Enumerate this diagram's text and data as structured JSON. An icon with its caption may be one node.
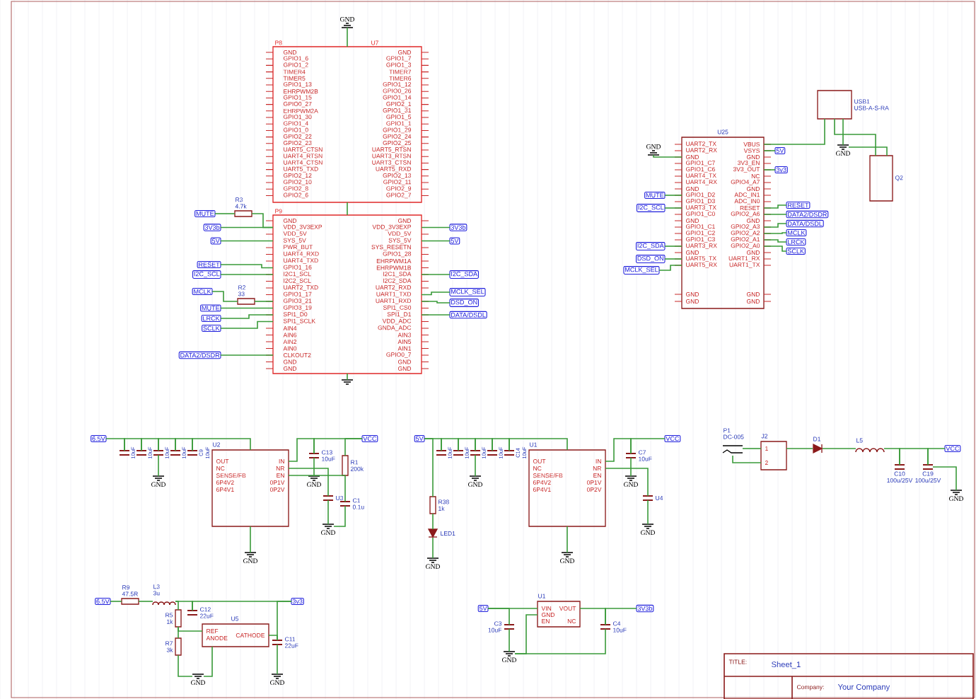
{
  "diagram": {
    "nodes": [
      {
        "text": [
          "GND"
        ]
      },
      {
        "text": [
          "P8",
          "GND",
          "GPIO1_6",
          "GPIO1_2",
          "TIMER4",
          "TIMER5",
          "GPIO1_13",
          "EHRPWM2B",
          "GPIO1_15",
          "GPIO0_27",
          "EHRPWM2A",
          "GPIO1_30",
          "GPIO1_4",
          "GPIO1_0",
          "GPIO2_22",
          "GPIO2_23",
          "UART5_CTSN",
          "UART4_RTSN",
          "UART4_CTSN",
          "UART5_TXD",
          "GPIO2_12",
          "GPIO2_10",
          "GPIO2_8",
          "GPIO2_6",
          "GND",
          "GPIO1_7",
          "GPIO1_3",
          "TIMER7",
          "TIMER6",
          "GPIO1_12",
          "GPIO0_26",
          "GPIO1_14",
          "GPIO2_1",
          "GPIO1_31",
          "GPIO1_5",
          "GPIO1_1",
          "GPIO1_29",
          "GPIO2_24",
          "GPIO2_25",
          "UART5_RTSN",
          "UART3_RTSN",
          "UART3_CTSN",
          "UART5_RXD",
          "GPIO2_13",
          "GPIO2_11",
          "GPIO2_9",
          "GPIO2_7"
        ],
        "beside": [
          "U7"
        ]
      },
      {
        "text": [
          "P9",
          "GND",
          "VDD_3V3EXP",
          "VDD_5V",
          "SYS_5V",
          "PWR_BUT",
          "UART4_RXD",
          "UART4_TXD",
          "GPIO1_16",
          "I2C1_SCL",
          "I2C2_SCL",
          "UART2_TXD",
          "GPIO1_17",
          "GPIO3_21",
          "GPIO3_19",
          "SPI1_D0",
          "SPI1_SCLK",
          "AIN4",
          "AIN6",
          "AIN2",
          "AIN0",
          "CLKOUT2",
          "GND",
          "GND",
          "GND",
          "VDD_3V3EXP",
          "VDD_5V",
          "SYS_5V",
          "SYS_RESETN",
          "GPIO1_28",
          "EHRPWM1A",
          "EHRPWM1B",
          "I2C1_SDA",
          "I2C2_SDA",
          "UART2_RXD",
          "UART1_TXD",
          "UART1_RXD",
          "SPI1_CS0",
          "SPI1_D1",
          "VDD_ADC",
          "GNDA_ADC",
          "AIN3",
          "AIN5",
          "AIN1",
          "GPIO0_7",
          "GND",
          "GND"
        ]
      },
      {
        "text": [],
        "shape": "ground"
      },
      {
        "text": [
          "MUTE"
        ]
      },
      {
        "text": [
          "R3",
          "4.7k"
        ]
      },
      {
        "text": [
          "3V3b"
        ]
      },
      {
        "text": [
          "5V"
        ]
      },
      {
        "text": [
          "RESET"
        ]
      },
      {
        "text": [
          "I2C_SCL"
        ]
      },
      {
        "text": [
          "MCLK"
        ]
      },
      {
        "text": [
          "R2",
          "33"
        ]
      },
      {
        "text": [
          "MUTE"
        ]
      },
      {
        "text": [
          "LRCK"
        ]
      },
      {
        "text": [
          "SCLK"
        ]
      },
      {
        "text": [
          "DATA2/DSDR"
        ]
      },
      {
        "text": [
          "3V3b"
        ]
      },
      {
        "text": [
          "5V"
        ]
      },
      {
        "text": [
          "I2C_SDA"
        ]
      },
      {
        "text": [
          "MCLK_SEL"
        ]
      },
      {
        "text": [
          "DSD_ON"
        ]
      },
      {
        "text": [
          "DATA/DSDL"
        ]
      },
      {
        "text": [
          "GND"
        ]
      },
      {
        "text": [
          "U25",
          "UART2_TX",
          "UART2_RX",
          "GND",
          "GPIO1_C7",
          "GPIO1_C6",
          "UART4_TX",
          "UART4_RX",
          "GND",
          "GPIO1_D2",
          "GPIO1_D3",
          "UART3_TX",
          "GPIO1_C0",
          "GND",
          "GPIO1_C1",
          "GPIO1_C2",
          "GPIO1_C3",
          "UART3_RX",
          "GND",
          "UART5_TX",
          "UART5_RX",
          "GND",
          "GND",
          "VBUS",
          "VSYS",
          "GND",
          "3V3_EN",
          "3V3_OUT",
          "NC",
          "GPIO4_A7",
          "GND",
          "ADC_IN1",
          "ADC_IN0",
          "RESET",
          "GPIO2_A6",
          "GND",
          "GPIO2_A3",
          "GPIO2_A2",
          "GPIO2_A1",
          "GPIO2_A0",
          "GND",
          "UART1_RX",
          "UART1_TX",
          "GND",
          "GND"
        ]
      },
      {
        "text": [
          "MUTE"
        ]
      },
      {
        "text": [
          "I2C_SCL"
        ]
      },
      {
        "text": [
          "I2C_SDA"
        ]
      },
      {
        "text": [
          "DSD_ON"
        ]
      },
      {
        "text": [
          "MCLK_SEL"
        ]
      },
      {
        "text": [
          "5V"
        ]
      },
      {
        "text": [
          "3v3"
        ]
      },
      {
        "text": [
          "RESET"
        ]
      },
      {
        "text": [
          "DATA2/DSDR"
        ]
      },
      {
        "text": [
          "DATA/DSDL"
        ]
      },
      {
        "text": [
          "MCLK"
        ]
      },
      {
        "text": [
          "LRCK"
        ]
      },
      {
        "text": [
          "SCLK"
        ]
      },
      {
        "text": [
          "GND"
        ]
      },
      {
        "text": [
          "USB1",
          "USB-A-S-RA"
        ]
      },
      {
        "text": [
          "Q2"
        ]
      },
      {
        "text": [
          "6.5V"
        ]
      },
      {
        "text": [
          "10uF"
        ]
      },
      {
        "text": [
          "10uF"
        ]
      },
      {
        "text": [
          "10uF"
        ]
      },
      {
        "text": [
          "10uF"
        ]
      },
      {
        "text": [
          "C9",
          "10uF"
        ]
      },
      {
        "text": [
          "GND"
        ]
      },
      {
        "text": [
          "U2",
          "OUT",
          "NC",
          "SENSE/FB",
          "6P4V2",
          "6P4V1",
          "IN",
          "NR",
          "EN",
          "0P1V",
          "0P2V"
        ]
      },
      {
        "text": [
          "GND"
        ]
      },
      {
        "text": [
          "C13",
          "10uF"
        ]
      },
      {
        "text": [
          "GND"
        ]
      },
      {
        "text": [
          "VCC"
        ]
      },
      {
        "text": [
          "R1",
          "200k"
        ]
      },
      {
        "text": [
          "U3"
        ]
      },
      {
        "text": [
          "GND"
        ]
      },
      {
        "text": [
          "C1",
          "0.1u"
        ]
      },
      {
        "text": [
          "5V"
        ]
      },
      {
        "text": [
          "10uF"
        ]
      },
      {
        "text": [
          "10uF"
        ]
      },
      {
        "text": [
          "10uF"
        ]
      },
      {
        "text": [
          "10uF"
        ]
      },
      {
        "text": [
          "C14",
          "10uF"
        ]
      },
      {
        "text": [
          "GND"
        ]
      },
      {
        "text": [
          "U1",
          "OUT",
          "NC",
          "SENSE/FB",
          "6P4V2",
          "6P4V1",
          "IN",
          "NR",
          "EN",
          "0P1V",
          "0P2V"
        ]
      },
      {
        "text": [
          "R38",
          "1k"
        ]
      },
      {
        "text": [
          "LED1"
        ]
      },
      {
        "text": [
          "GND"
        ]
      },
      {
        "text": [
          "GND"
        ]
      },
      {
        "text": [
          "C7",
          "10uF"
        ]
      },
      {
        "text": [
          "GND"
        ]
      },
      {
        "text": [
          "U4"
        ]
      },
      {
        "text": [
          "GND"
        ]
      },
      {
        "text": [
          "VCC"
        ]
      },
      {
        "text": [
          "P1",
          "DC-005"
        ]
      },
      {
        "text": [
          "J2",
          "1",
          "2"
        ]
      },
      {
        "text": [
          "D1"
        ]
      },
      {
        "text": [
          "L5"
        ]
      },
      {
        "text": [
          "C10",
          "100u/25V"
        ]
      },
      {
        "text": [
          "C19",
          "100u/25V"
        ]
      },
      {
        "text": [
          "VCC"
        ]
      },
      {
        "text": [
          "GND"
        ]
      },
      {
        "text": [
          "6.5V"
        ]
      },
      {
        "text": [
          "R9",
          "47.5R"
        ]
      },
      {
        "text": [
          "L3",
          "3u"
        ]
      },
      {
        "text": [
          "R5",
          "1k"
        ]
      },
      {
        "text": [
          "C12",
          "22uF"
        ]
      },
      {
        "text": [
          "U5",
          "REF",
          "ANODE",
          "CATHODE"
        ]
      },
      {
        "text": [
          "R7",
          "3k"
        ]
      },
      {
        "text": [
          "GND"
        ]
      },
      {
        "text": [
          "C11",
          "22uF"
        ]
      },
      {
        "text": [
          "GND"
        ]
      },
      {
        "text": [
          "3v3"
        ]
      },
      {
        "text": [
          "5V"
        ]
      },
      {
        "text": [
          "C3",
          "10uF"
        ]
      },
      {
        "text": [
          "GND"
        ]
      },
      {
        "text": [
          "U1",
          "VIN",
          "GND",
          "EN",
          "VOUT",
          "NC"
        ]
      },
      {
        "text": [
          "C4",
          "10uF"
        ]
      },
      {
        "text": [
          "3V3b"
        ]
      }
    ],
    "edges": [
      {
        "from": 0,
        "to": 1,
        "arrow": "none"
      },
      {
        "from": 1,
        "to": 2,
        "arrow": "none"
      },
      {
        "from": 2,
        "to": 3,
        "arrow": "none"
      },
      {
        "from": 4,
        "to": 5,
        "arrow": "none"
      },
      {
        "from": 5,
        "to": 2,
        "arrow": "none"
      },
      {
        "from": 6,
        "to": 2,
        "arrow": "none"
      },
      {
        "from": 7,
        "to": 2,
        "arrow": "none"
      },
      {
        "from": 8,
        "to": 2,
        "arrow": "none"
      },
      {
        "from": 9,
        "to": 2,
        "arrow": "none"
      },
      {
        "from": 10,
        "to": 11,
        "arrow": "none"
      },
      {
        "from": 11,
        "to": 2,
        "arrow": "none"
      },
      {
        "from": 12,
        "to": 2,
        "arrow": "none"
      },
      {
        "from": 13,
        "to": 2,
        "arrow": "none"
      },
      {
        "from": 14,
        "to": 2,
        "arrow": "none"
      },
      {
        "from": 15,
        "to": 2,
        "arrow": "none"
      },
      {
        "from": 2,
        "to": 16,
        "arrow": "none"
      },
      {
        "from": 2,
        "to": 17,
        "arrow": "none"
      },
      {
        "from": 2,
        "to": 18,
        "arrow": "none"
      },
      {
        "from": 2,
        "to": 19,
        "arrow": "none"
      },
      {
        "from": 2,
        "to": 20,
        "arrow": "none"
      },
      {
        "from": 2,
        "to": 21,
        "arrow": "none"
      },
      {
        "from": 22,
        "to": 23,
        "arrow": "none"
      },
      {
        "from": 24,
        "to": 23,
        "arrow": "none"
      },
      {
        "from": 25,
        "to": 23,
        "arrow": "none"
      },
      {
        "from": 26,
        "to": 23,
        "arrow": "none"
      },
      {
        "from": 27,
        "to": 23,
        "arrow": "none"
      },
      {
        "from": 28,
        "to": 23,
        "arrow": "none"
      },
      {
        "from": 23,
        "to": 29,
        "arrow": "none"
      },
      {
        "from": 23,
        "to": 30,
        "arrow": "none"
      },
      {
        "from": 23,
        "to": 31,
        "arrow": "none"
      },
      {
        "from": 23,
        "to": 32,
        "arrow": "none"
      },
      {
        "from": 23,
        "to": 33,
        "arrow": "none"
      },
      {
        "from": 23,
        "to": 34,
        "arrow": "none"
      },
      {
        "from": 23,
        "to": 35,
        "arrow": "none"
      },
      {
        "from": 23,
        "to": 36,
        "arrow": "none"
      },
      {
        "from": 37,
        "to": 38,
        "arrow": "none"
      },
      {
        "from": 38,
        "to": 23,
        "arrow": "none"
      },
      {
        "from": 38,
        "to": 39,
        "arrow": "none"
      },
      {
        "from": 37,
        "to": 39,
        "arrow": "none"
      },
      {
        "from": 40,
        "to": 41,
        "arrow": "none"
      },
      {
        "from": 41,
        "to": 42,
        "arrow": "none"
      },
      {
        "from": 42,
        "to": 43,
        "arrow": "none"
      },
      {
        "from": 43,
        "to": 44,
        "arrow": "none"
      },
      {
        "from": 44,
        "to": 45,
        "arrow": "none"
      },
      {
        "from": 43,
        "to": 46,
        "arrow": "none"
      },
      {
        "from": 45,
        "to": 47,
        "arrow": "none"
      },
      {
        "from": 47,
        "to": 48,
        "arrow": "none"
      },
      {
        "from": 47,
        "to": 49,
        "arrow": "none"
      },
      {
        "from": 49,
        "to": 50,
        "arrow": "none"
      },
      {
        "from": 49,
        "to": 51,
        "arrow": "none"
      },
      {
        "from": 51,
        "to": 52,
        "arrow": "none"
      },
      {
        "from": 47,
        "to": 52,
        "arrow": "none"
      },
      {
        "from": 47,
        "to": 53,
        "arrow": "none"
      },
      {
        "from": 53,
        "to": 54,
        "arrow": "none"
      },
      {
        "from": 52,
        "to": 55,
        "arrow": "none"
      },
      {
        "from": 55,
        "to": 54,
        "arrow": "none"
      },
      {
        "from": 56,
        "to": 57,
        "arrow": "none"
      },
      {
        "from": 57,
        "to": 58,
        "arrow": "none"
      },
      {
        "from": 58,
        "to": 59,
        "arrow": "none"
      },
      {
        "from": 59,
        "to": 60,
        "arrow": "none"
      },
      {
        "from": 60,
        "to": 61,
        "arrow": "none"
      },
      {
        "from": 59,
        "to": 62,
        "arrow": "none"
      },
      {
        "from": 61,
        "to": 63,
        "arrow": "none"
      },
      {
        "from": 56,
        "to": 64,
        "arrow": "none"
      },
      {
        "from": 64,
        "to": 65,
        "arrow": "none"
      },
      {
        "from": 65,
        "to": 66,
        "arrow": "none"
      },
      {
        "from": 63,
        "to": 67,
        "arrow": "none"
      },
      {
        "from": 63,
        "to": 68,
        "arrow": "none"
      },
      {
        "from": 68,
        "to": 69,
        "arrow": "none"
      },
      {
        "from": 63,
        "to": 70,
        "arrow": "none"
      },
      {
        "from": 70,
        "to": 71,
        "arrow": "none"
      },
      {
        "from": 68,
        "to": 72,
        "arrow": "none"
      },
      {
        "from": 73,
        "to": 74,
        "arrow": "none"
      },
      {
        "from": 73,
        "to": 74,
        "arrow": "none"
      },
      {
        "from": 74,
        "to": 75,
        "arrow": "none"
      },
      {
        "from": 75,
        "to": 76,
        "arrow": "none"
      },
      {
        "from": 76,
        "to": 77,
        "arrow": "none"
      },
      {
        "from": 77,
        "to": 78,
        "arrow": "none"
      },
      {
        "from": 78,
        "to": 79,
        "arrow": "none"
      },
      {
        "from": 78,
        "to": 80,
        "arrow": "none"
      },
      {
        "from": 81,
        "to": 82,
        "arrow": "none"
      },
      {
        "from": 82,
        "to": 83,
        "arrow": "none"
      },
      {
        "from": 83,
        "to": 84,
        "arrow": "none"
      },
      {
        "from": 83,
        "to": 85,
        "arrow": "none"
      },
      {
        "from": 84,
        "to": 86,
        "arrow": "none"
      },
      {
        "from": 84,
        "to": 87,
        "arrow": "none"
      },
      {
        "from": 87,
        "to": 88,
        "arrow": "none"
      },
      {
        "from": 86,
        "to": 88,
        "arrow": "none"
      },
      {
        "from": 85,
        "to": 91,
        "arrow": "none"
      },
      {
        "from": 91,
        "to": 89,
        "arrow": "none"
      },
      {
        "from": 86,
        "to": 89,
        "arrow": "none"
      },
      {
        "from": 89,
        "to": 90,
        "arrow": "none"
      },
      {
        "from": 92,
        "to": 95,
        "arrow": "none"
      },
      {
        "from": 92,
        "to": 93,
        "arrow": "none"
      },
      {
        "from": 93,
        "to": 94,
        "arrow": "none"
      },
      {
        "from": 95,
        "to": 94,
        "arrow": "none"
      },
      {
        "from": 95,
        "to": 96,
        "arrow": "none"
      },
      {
        "from": 96,
        "to": 97,
        "arrow": "none"
      },
      {
        "from": 96,
        "to": 94,
        "arrow": "none"
      }
    ],
    "labels": [
      "TITLE:",
      "Sheet_1",
      "Company:",
      "Your Company"
    ]
  }
}
